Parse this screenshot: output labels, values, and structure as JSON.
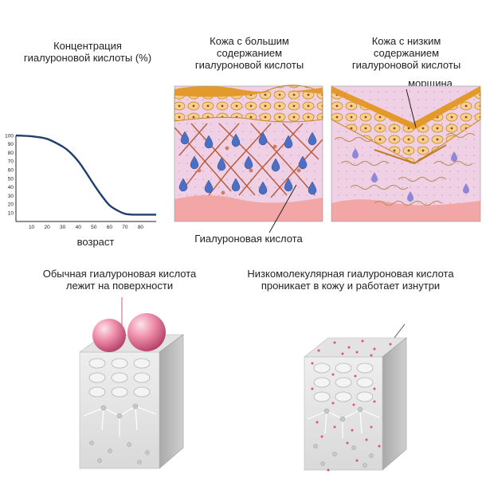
{
  "chart": {
    "title": "Концентрация\nгиалуроновой кислоты (%)",
    "xlabel": "возраст"
  },
  "chart_data": {
    "type": "line",
    "title": "Концентрация гиалуроновой кислоты (%)",
    "xlabel": "возраст",
    "ylabel": "",
    "x_ticks": [
      10,
      20,
      30,
      40,
      50,
      60,
      70,
      80
    ],
    "y_ticks": [
      10,
      20,
      30,
      40,
      50,
      60,
      70,
      80,
      90,
      100
    ],
    "xlim": [
      0,
      90
    ],
    "ylim": [
      0,
      100
    ],
    "series": [
      {
        "x": [
          0,
          10,
          20,
          30,
          35,
          40,
          45,
          50,
          55,
          60,
          65,
          70,
          75,
          80,
          85,
          90
        ],
        "y": [
          100,
          99,
          96,
          87,
          80,
          70,
          57,
          43,
          30,
          19,
          13,
          9,
          8,
          8,
          8,
          8
        ]
      }
    ],
    "line_color": "#1f3f6f"
  },
  "panels": {
    "high": {
      "caption": "Кожа с большим\nсодержанием\nгиалуроновой кислоты"
    },
    "low": {
      "caption": "Кожа с низким\nсодержанием\nгиалуроновой кислоты",
      "wrinkle_label": "морщина"
    },
    "ha_label": "Гиалуроновая кислота"
  },
  "bottom": {
    "left_caption": "Обычная гиалуроновая кислота\nлежит на поверхности",
    "right_caption": "Низкомолекулярная гиалуроновая кислота\nпроникает в кожу и работает изнутри"
  },
  "colors": {
    "epidermis": "#f0b45a",
    "dermis": "#efd0e4",
    "drop": "#4b6fc2",
    "fiber": "#b65a3a",
    "sphere": "#e6708f"
  }
}
